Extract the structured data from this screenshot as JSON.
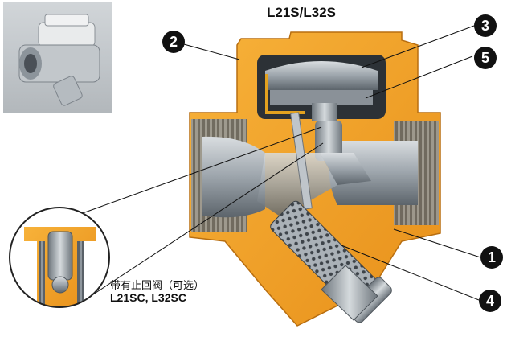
{
  "title": "L21S/L32S",
  "option_note": {
    "chinese": "带有止回阀（可选）",
    "models": "L21SC, L32SC"
  },
  "callouts": [
    {
      "id": "2",
      "label": "2"
    },
    {
      "id": "3",
      "label": "3"
    },
    {
      "id": "5",
      "label": "5"
    },
    {
      "id": "1",
      "label": "1"
    },
    {
      "id": "4",
      "label": "4"
    }
  ],
  "colors": {
    "body": "#f2a11f",
    "metal": "#9aa3ab",
    "metal_dark": "#5f676e",
    "callout": "#111111"
  },
  "icons": [
    "product-photo",
    "valve-cutaway",
    "check-valve-inset"
  ]
}
